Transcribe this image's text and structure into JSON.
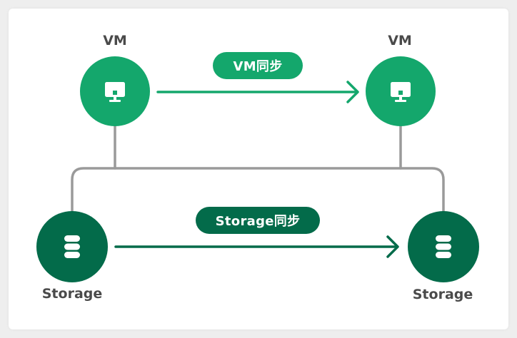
{
  "nodes": {
    "vm_left_label": "VM",
    "vm_right_label": "VM",
    "storage_left_label": "Storage",
    "storage_right_label": "Storage"
  },
  "sync": {
    "vm_sync_label": "VM同步",
    "storage_sync_label": "Storage同步"
  },
  "icons": {
    "vm": "monitor-icon",
    "storage": "database-icon"
  },
  "colors": {
    "vm_green": "#14a76c",
    "storage_green": "#036b4a",
    "vm_arrow": "#14a76c",
    "storage_arrow": "#036b4a",
    "connector_gray": "#9a9a9a",
    "label_text": "#4a4a4a"
  }
}
